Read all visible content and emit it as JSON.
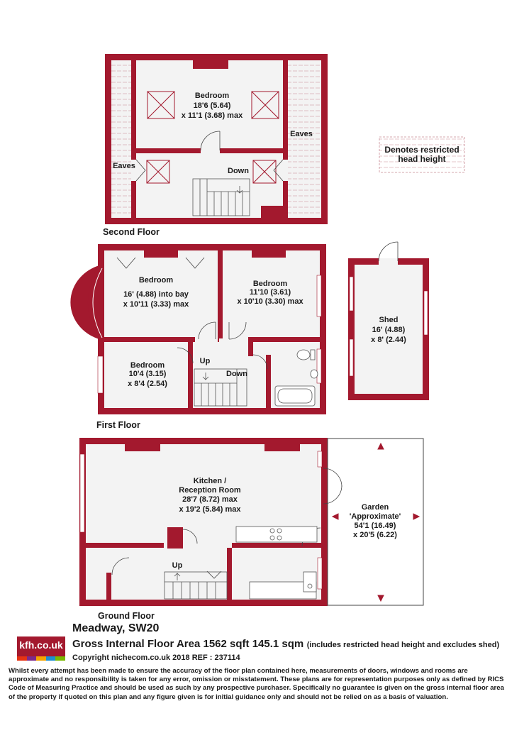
{
  "colors": {
    "wall": "#a3192e",
    "floor": "#f3f3f3",
    "garden": "#ffffff",
    "text": "#1a1a1a"
  },
  "second_floor": {
    "label": "Second Floor",
    "bedroom": {
      "name": "Bedroom",
      "dim1": "18'6  (5.64)",
      "dim2": "x 11'1 (3.68) max"
    },
    "eaves_right": "Eaves",
    "eaves_left": "Eaves",
    "stairs_down": "Down"
  },
  "legend": {
    "line1": "Denotes restricted",
    "line2": "head height"
  },
  "first_floor": {
    "label": "First Floor",
    "bedroom_bay": {
      "name": "Bedroom",
      "dim1": "16' (4.88) into bay",
      "dim2": "x 10'11 (3.33) max"
    },
    "bedroom_right": {
      "name": "Bedroom",
      "dim1": "11'10 (3.61)",
      "dim2": "x 10'10 (3.30) max"
    },
    "bedroom_small": {
      "name": "Bedroom",
      "dim1": "10'4 (3.15)",
      "dim2": "x 8'4 (2.54)"
    },
    "stairs_up": "Up",
    "stairs_down": "Down"
  },
  "shed": {
    "name": "Shed",
    "dim1": "16' (4.88)",
    "dim2": "x 8' (2.44)"
  },
  "ground_floor": {
    "label": "Ground Floor",
    "kitchen": {
      "name1": "Kitchen /",
      "name2": "Reception Room",
      "dim1": "28'7 (8.72) max",
      "dim2": "x 19'2 (5.84) max"
    },
    "stairs_up": "Up"
  },
  "garden": {
    "name": "Garden",
    "note": "'Approximate'",
    "dim1": "54'1 (16.49)",
    "dim2": "x 20'5 (6.22)"
  },
  "footer": {
    "logo": "kfh.co.uk",
    "logo_colors": [
      "#e63312",
      "#7c2a8c",
      "#f4a300",
      "#1d8fd1",
      "#7ab800"
    ],
    "address": "Meadway, SW20",
    "area_main": "Gross Internal Floor Area 1562 sqft 145.1 sqm",
    "area_note": "(includes restricted head height and excludes shed)",
    "copyright": "Copyright nichecom.co.uk 2018 REF : 237114",
    "disclaimer": "Whilst every attempt has been made to ensure the accuracy of the floor plan contained here, measurements of doors, windows and rooms are approximate and no responsibility is taken for any error, omission or misstatement.  These plans are for representation purposes only as defined by RICS Code of Measuring Practice and should be used as such by any prospective purchaser.  Specifically no guarantee is given on the gross internal floor area of the property if quoted on this plan and any figure given is for initial guidance only and should not be relied on as a basis of valuation."
  }
}
